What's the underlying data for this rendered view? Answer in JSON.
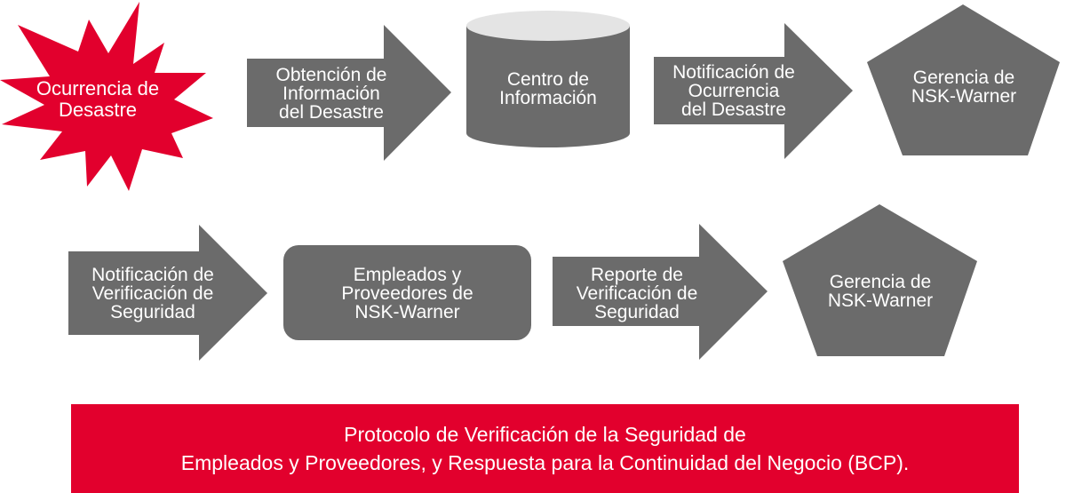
{
  "colors": {
    "accent_red": "#e2002d",
    "shape_gray": "#6b6b6b",
    "cylinder_top": "#e4e4e4",
    "text": "#ffffff"
  },
  "row1": {
    "start": {
      "shape": "starburst",
      "lines": [
        "Ocurrencia de",
        "Desastre"
      ]
    },
    "step1": {
      "shape": "arrow",
      "lines": [
        "Obtención de",
        "Información",
        "del Desastre"
      ]
    },
    "step2": {
      "shape": "cylinder",
      "lines": [
        "Centro de",
        "Información"
      ]
    },
    "step3": {
      "shape": "arrow",
      "lines": [
        "Notificación de",
        "Ocurrencia",
        "del Desastre"
      ]
    },
    "step4": {
      "shape": "pentagon",
      "lines": [
        "Gerencia de",
        "NSK-Warner"
      ]
    }
  },
  "row2": {
    "step1": {
      "shape": "arrow",
      "lines": [
        "Notificación de",
        "Verificación de",
        "Seguridad"
      ]
    },
    "step2": {
      "shape": "rounded-rectangle",
      "lines": [
        "Empleados y",
        "Proveedores de",
        "NSK-Warner"
      ]
    },
    "step3": {
      "shape": "arrow",
      "lines": [
        "Reporte de",
        "Verificación de",
        "Seguridad"
      ]
    },
    "step4": {
      "shape": "pentagon",
      "lines": [
        "Gerencia de",
        "NSK-Warner"
      ]
    }
  },
  "banner": {
    "lines": [
      "Protocolo de Verificación de la Seguridad de",
      "Empleados y Proveedores, y Respuesta para la Continuidad del Negocio (BCP)."
    ]
  }
}
